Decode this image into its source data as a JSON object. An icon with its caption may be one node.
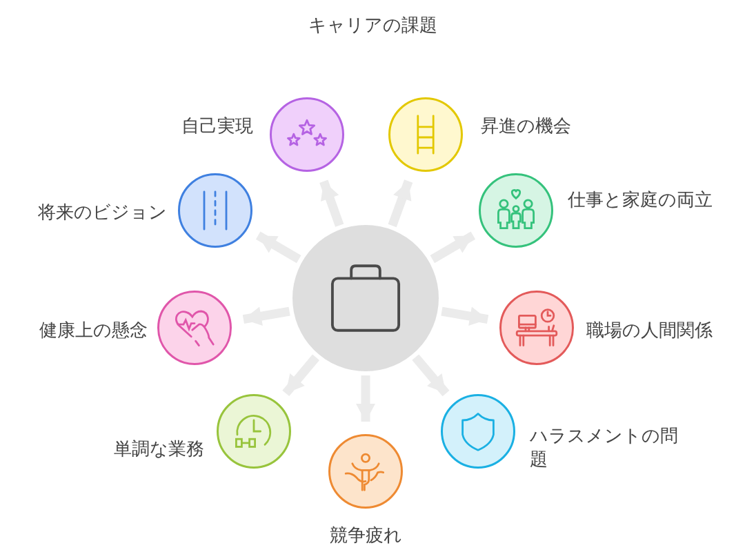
{
  "diagram": {
    "title": "キャリアの課題",
    "nodes": [
      {
        "text": [],
        "shape": "circle"
      },
      {
        "text": [],
        "shape": "circle",
        "beside": [
          "自己実現"
        ]
      },
      {
        "text": [],
        "shape": "circle",
        "beside": [
          "昇進の機会"
        ]
      },
      {
        "text": [],
        "shape": "circle",
        "beside": [
          "将来のビジョン"
        ]
      },
      {
        "text": [],
        "shape": "circle",
        "beside": [
          "仕事と家庭の両立"
        ]
      },
      {
        "text": [],
        "shape": "circle",
        "beside": [
          "健康上の懸念"
        ]
      },
      {
        "text": [],
        "shape": "circle",
        "beside": [
          "職場の人間関係"
        ]
      },
      {
        "text": [],
        "shape": "circle",
        "beside": [
          "単調な業務"
        ]
      },
      {
        "text": [],
        "shape": "circle",
        "beside": [
          "ハラスメントの問題"
        ]
      },
      {
        "text": [],
        "shape": "circle",
        "beside": [
          "競争疲れ"
        ]
      }
    ],
    "edges": [
      {
        "from": 0,
        "to": 1,
        "arrow": "to"
      },
      {
        "from": 0,
        "to": 2,
        "arrow": "to"
      },
      {
        "from": 0,
        "to": 3,
        "arrow": "to"
      },
      {
        "from": 0,
        "to": 4,
        "arrow": "to"
      },
      {
        "from": 0,
        "to": 5,
        "arrow": "to"
      },
      {
        "from": 0,
        "to": 6,
        "arrow": "to"
      },
      {
        "from": 0,
        "to": 7,
        "arrow": "to"
      },
      {
        "from": 0,
        "to": 8,
        "arrow": "to"
      },
      {
        "from": 0,
        "to": 9,
        "arrow": "to"
      }
    ]
  }
}
